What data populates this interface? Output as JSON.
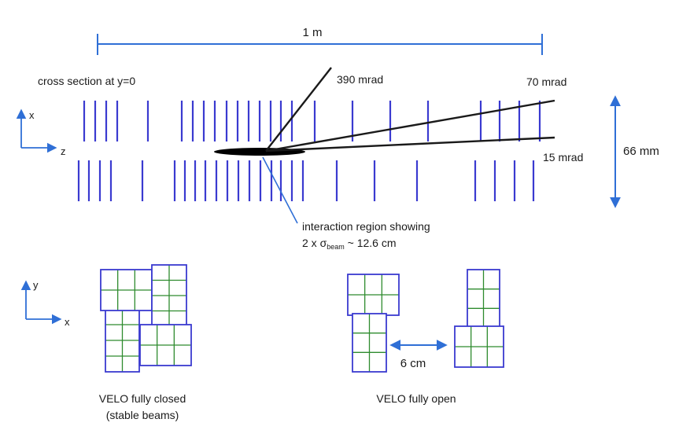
{
  "scale_label": "1 m",
  "cross_section_label": "cross section at y=0",
  "angles": {
    "a390": "390 mrad",
    "a70": "70 mrad",
    "a15": "15 mrad"
  },
  "aperture_label": "66 mm",
  "axes_top": {
    "x": "x",
    "z": "z"
  },
  "axes_bottom": {
    "y": "y",
    "x": "x"
  },
  "interaction": {
    "line1": "interaction region showing",
    "line2_pre": "2 x σ",
    "line2_sub": "beam",
    "line2_post": " ~ 12.6  cm"
  },
  "closed_caption": [
    "VELO fully closed",
    "(stable beams)"
  ],
  "open_caption": "VELO fully open",
  "gap_label": "6 cm",
  "colors": {
    "accent_blue": "#2f6fd6",
    "module_blue": "#3a3ad0",
    "grid_green": "#2e8b2e",
    "track_black": "#1a1a1a"
  }
}
